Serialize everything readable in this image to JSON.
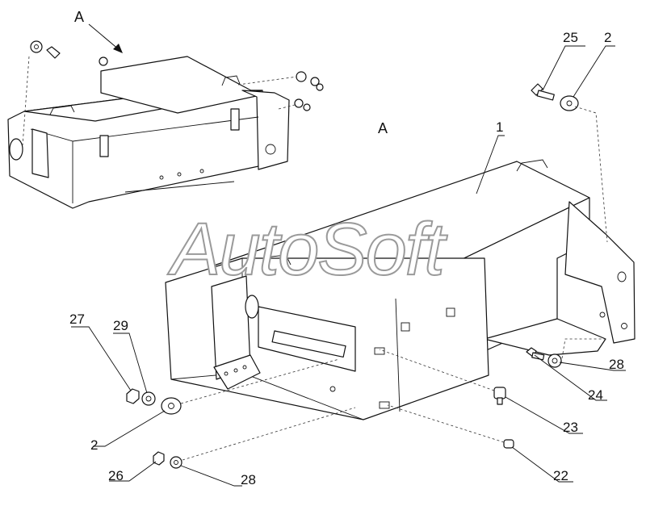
{
  "view_labels": {
    "arrow_view": "A",
    "detail_view": "A"
  },
  "watermark": "AutoSoft",
  "callouts": {
    "c1": "1",
    "c25": "25",
    "c2_top": "2",
    "c27": "27",
    "c29": "29",
    "c2_left": "2",
    "c26": "26",
    "c28_bottom": "28",
    "c28_right": "28",
    "c24": "24",
    "c23": "23",
    "c22": "22"
  }
}
